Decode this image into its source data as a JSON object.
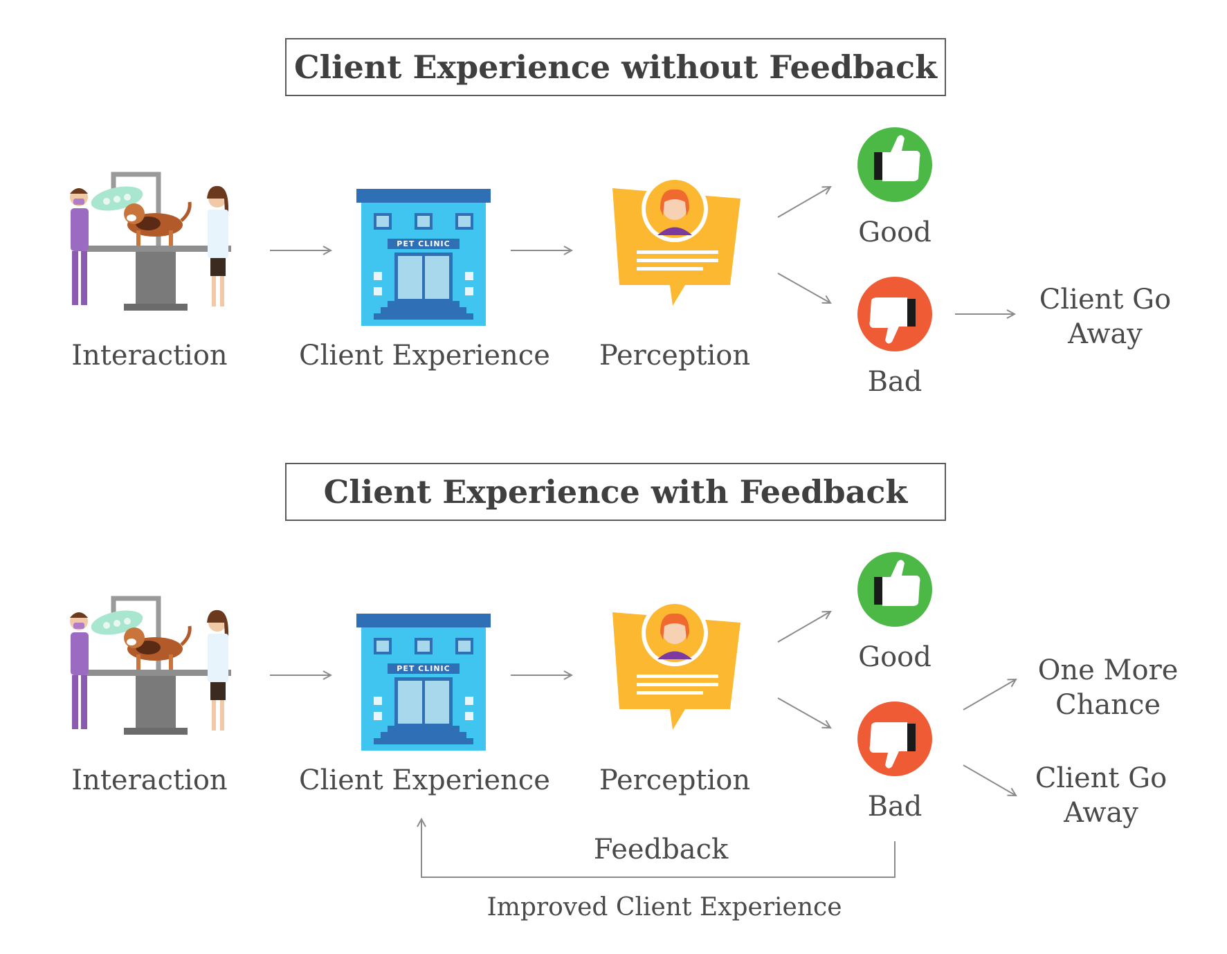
{
  "sections": [
    {
      "title": "Client Experience without Feedback",
      "steps": [
        "Interaction",
        "Client Experience",
        "Perception"
      ],
      "good": "Good",
      "bad": "Bad",
      "bad_outcome": "Client Go Away"
    },
    {
      "title": "Client Experience with Feedback",
      "steps": [
        "Interaction",
        "Client Experience",
        "Perception"
      ],
      "good": "Good",
      "bad": "Bad",
      "outcome_1": "One More Chance",
      "outcome_2": "Client Go Away",
      "feedback_label": "Feedback",
      "loop_label": "Improved Client Experience"
    }
  ],
  "clinic_sign": "PET CLINIC",
  "colors": {
    "good": "#4cb846",
    "bad": "#ef5b34",
    "clinic_blue": "#3fc5f0",
    "clinic_roof": "#2f6fb6",
    "bubble": "#fbb830",
    "arrow": "#8a8a8a"
  },
  "icons": [
    "vet-interaction-icon",
    "pet-clinic-icon",
    "perception-bubble-icon",
    "thumbs-up-icon",
    "thumbs-down-icon"
  ]
}
